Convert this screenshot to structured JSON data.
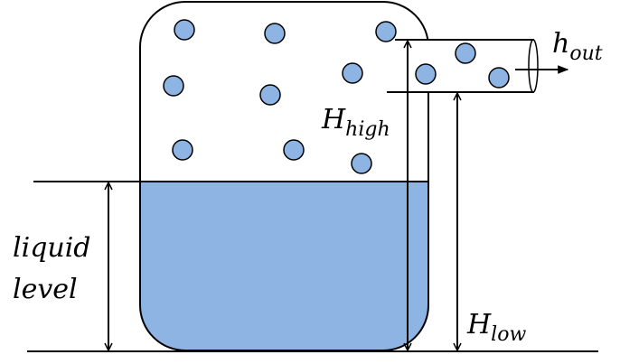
{
  "labels": {
    "liquid_line1": "liquid",
    "liquid_line2": "level",
    "h_high_main": "H",
    "h_high_sub": "high",
    "h_low_main": "H",
    "h_low_sub": "low",
    "h_out_main": "h",
    "h_out_sub": "out"
  },
  "colors": {
    "liquid": "#8eb4e3",
    "bubble": "#8eb4e3",
    "stroke": "#000000"
  }
}
